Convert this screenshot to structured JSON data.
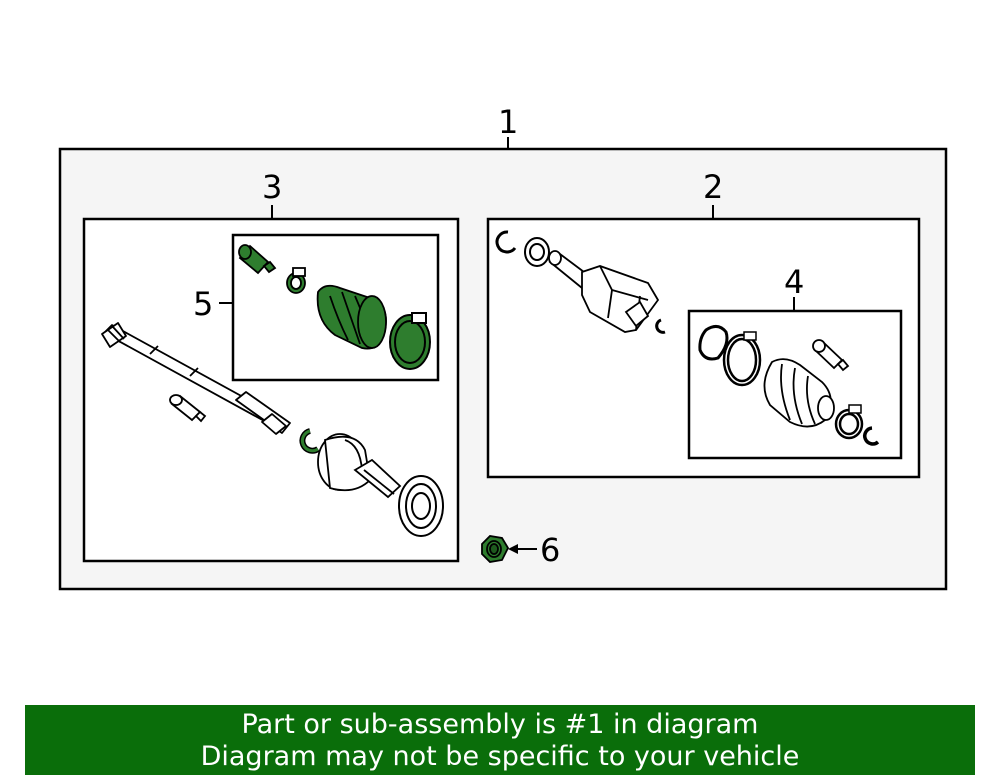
{
  "callouts": {
    "c1": "1",
    "c2": "2",
    "c3": "3",
    "c4": "4",
    "c5": "5",
    "c6": "6"
  },
  "colors": {
    "highlight": "#2e7d2e",
    "banner": "#0a6e0a",
    "panel": "#f5f5f5"
  },
  "banner": {
    "line1": "Part or sub-assembly is #1 in diagram",
    "line2": "Diagram may not be specific to your vehicle"
  }
}
